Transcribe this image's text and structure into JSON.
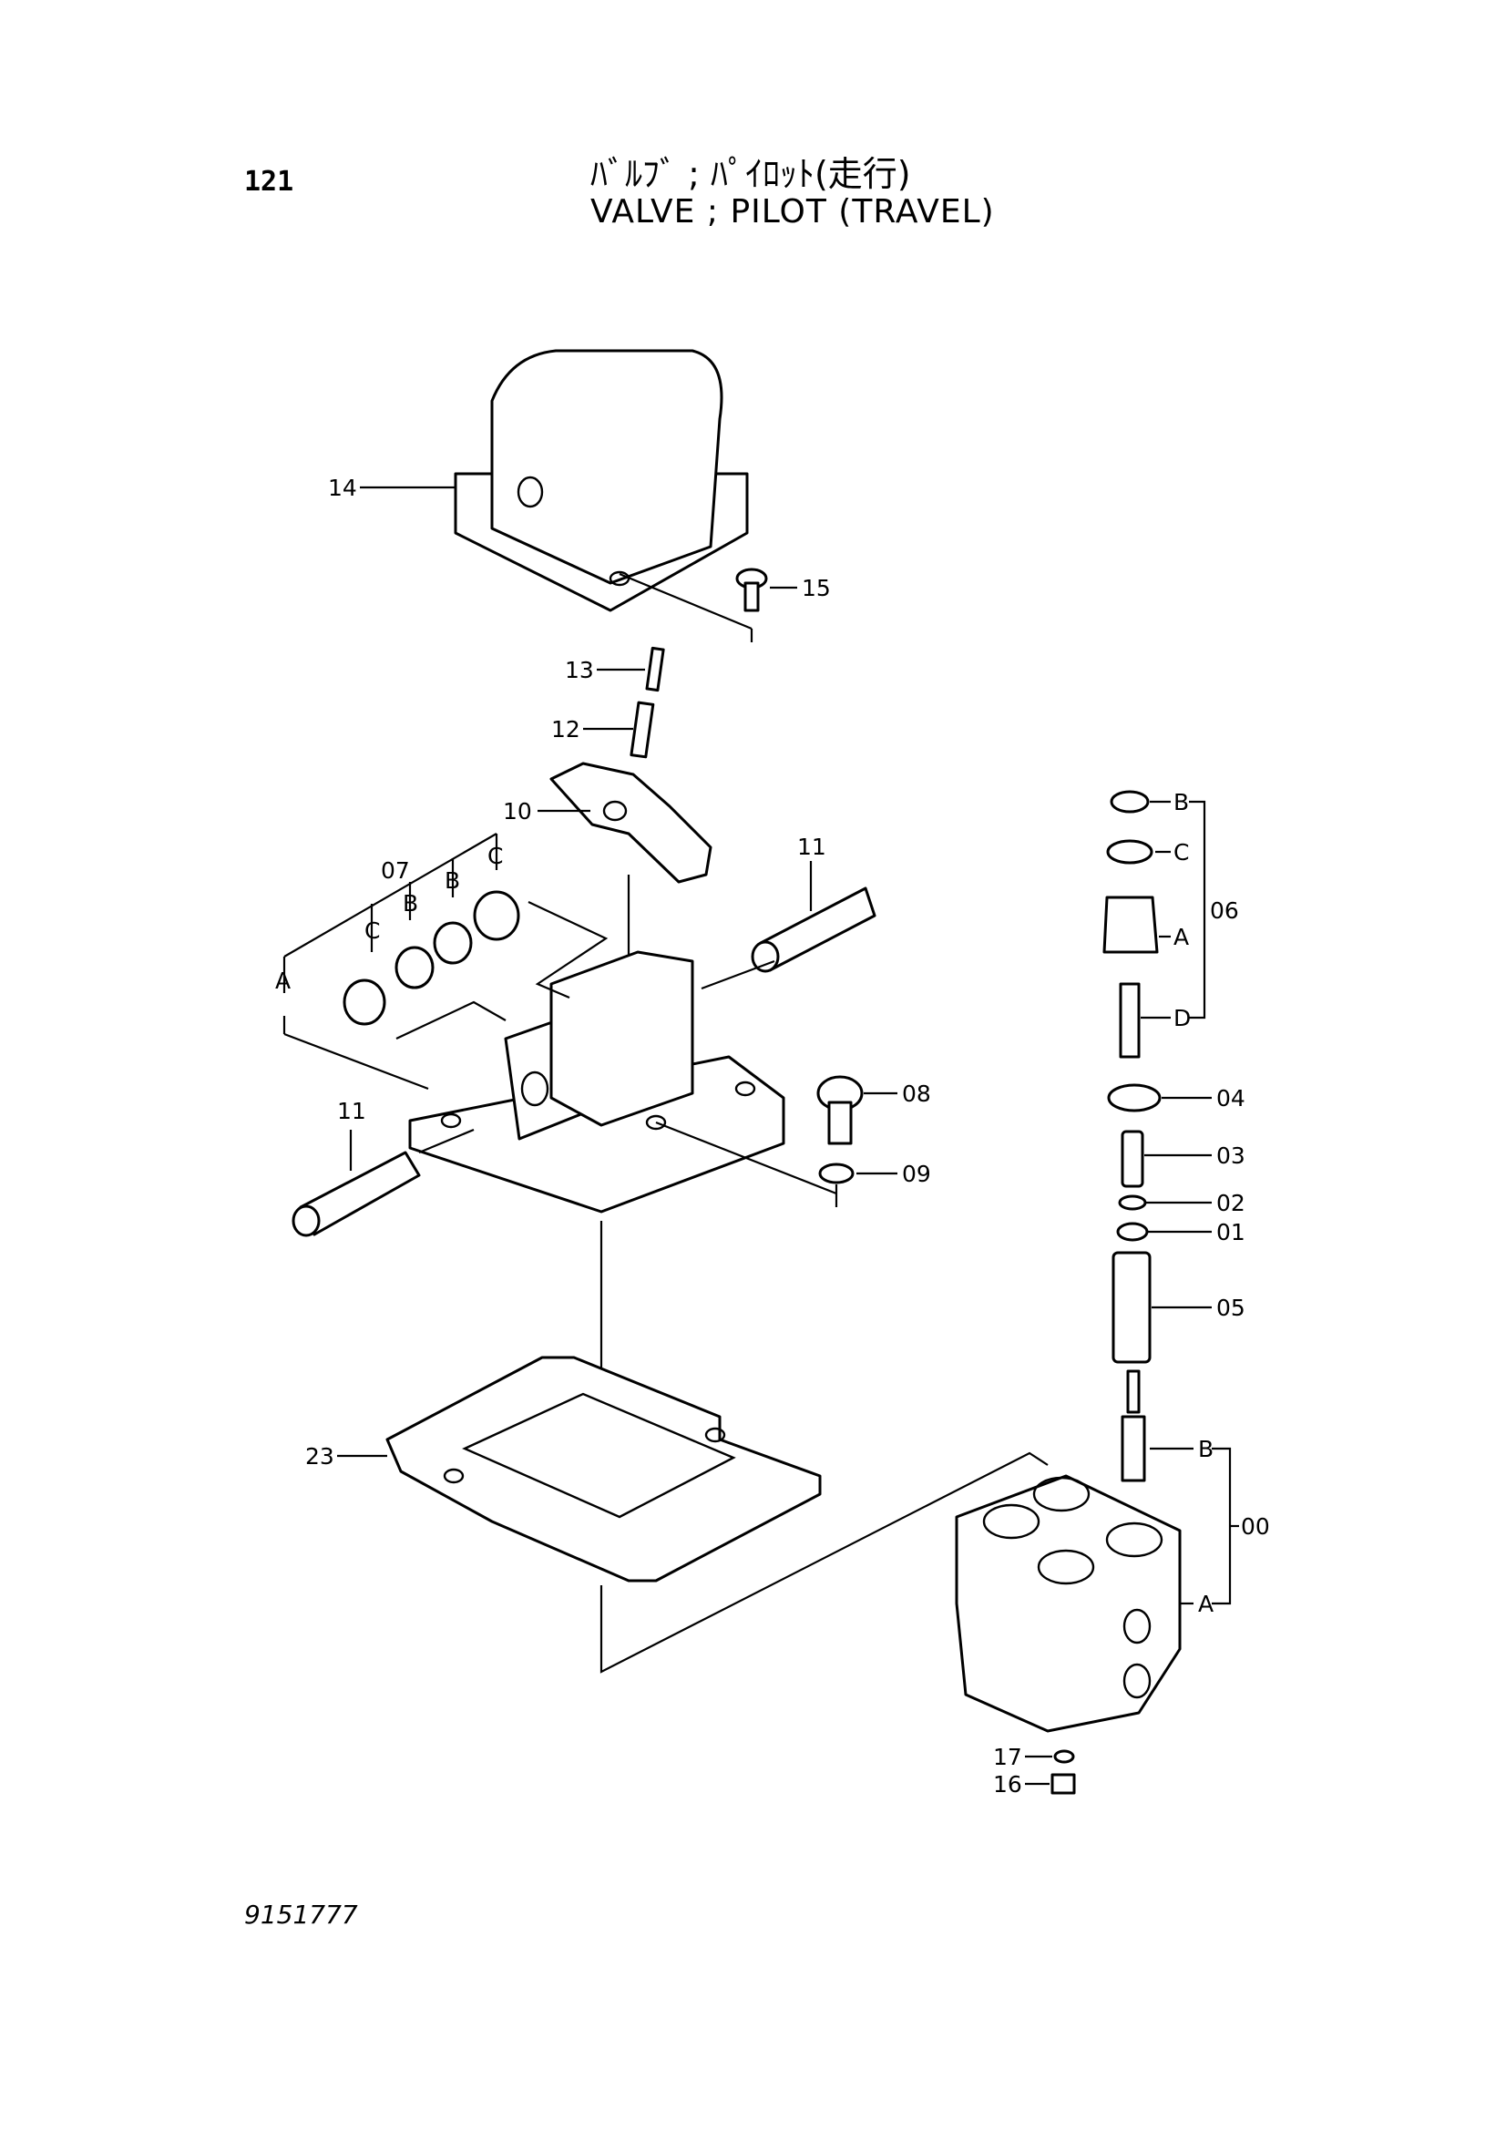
{
  "header": {
    "page_number": "121",
    "title_jp": "ﾊﾞﾙﾌﾞ ; ﾊﾟｲﾛｯﾄ(走行)",
    "title_en": "VALVE ; PILOT (TRAVEL)"
  },
  "footer": {
    "drawing_number": "9151777"
  },
  "callouts": {
    "c14": "14",
    "c15": "15",
    "c13": "13",
    "c12": "12",
    "c10": "10",
    "c11a": "11",
    "c11b": "11",
    "c07": "07",
    "c07_b1": "B",
    "c07_b2": "B",
    "c07_c1": "C",
    "c07_c2": "C",
    "c07_a": "A",
    "c08": "08",
    "c09": "09",
    "c23": "23",
    "c06": "06",
    "c06_b": "B",
    "c06_c": "C",
    "c06_a": "A",
    "c06_d": "D",
    "c04": "04",
    "c03": "03",
    "c02": "02",
    "c01": "01",
    "c05": "05",
    "c00": "00",
    "c00_b": "B",
    "c00_a": "A",
    "c17": "17",
    "c16": "16"
  }
}
